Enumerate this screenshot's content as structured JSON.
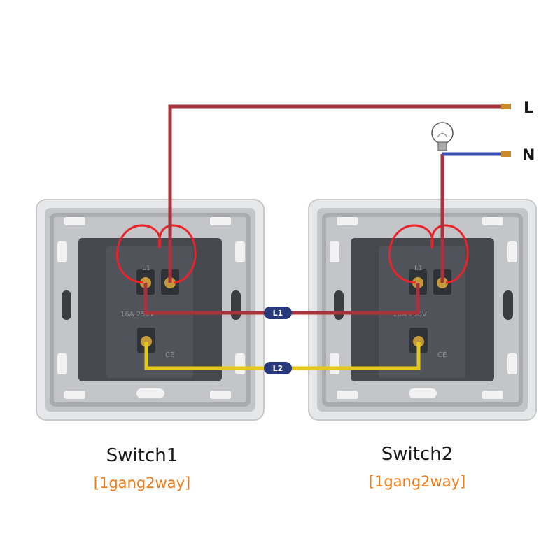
{
  "terminals": {
    "live": "L",
    "neutral": "N"
  },
  "wire_tags": {
    "traveler1": "L1",
    "traveler2": "L2"
  },
  "switches": [
    {
      "title": "Switch1",
      "subtitle": "[1gang2way]",
      "terminal_label": "L1",
      "rating": "16A 250V",
      "mark": "CE"
    },
    {
      "title": "Switch2",
      "subtitle": "[1gang2way]",
      "terminal_label": "L1",
      "rating": "16A 250V",
      "mark": "CE"
    }
  ],
  "colors": {
    "live_wire": "#a8333d",
    "neutral_wire": "#3c4fb0",
    "traveler2_wire": "#e2c91c",
    "loop_wire": "#e8232a",
    "tag_bg": "#27397a",
    "subtitle": "#f07a16"
  },
  "icons": [
    "light-bulb-icon"
  ]
}
